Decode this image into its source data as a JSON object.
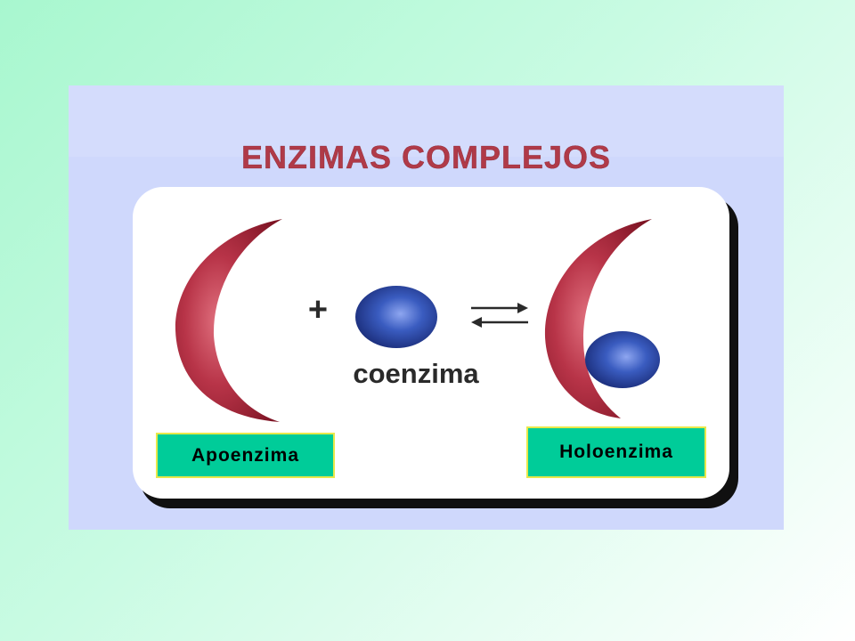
{
  "figure": {
    "title": "ENZIMAS COMPLEJOS",
    "plus_symbol": "+",
    "coenzyme_label": "coenzima",
    "apoenzyme_label": "Apoenzima",
    "holoenzyme_label": "Holoenzima",
    "reaction_arrow": "reversible",
    "colors": {
      "title": "#b03a48",
      "apoenzyme": "#a8283a",
      "coenzyme": "#2a47a8",
      "label_box": "#00cc99",
      "label_box_border": "#e8e84a",
      "figure_background": "#cfd8fc",
      "page_background": "#a8f7cf"
    }
  }
}
